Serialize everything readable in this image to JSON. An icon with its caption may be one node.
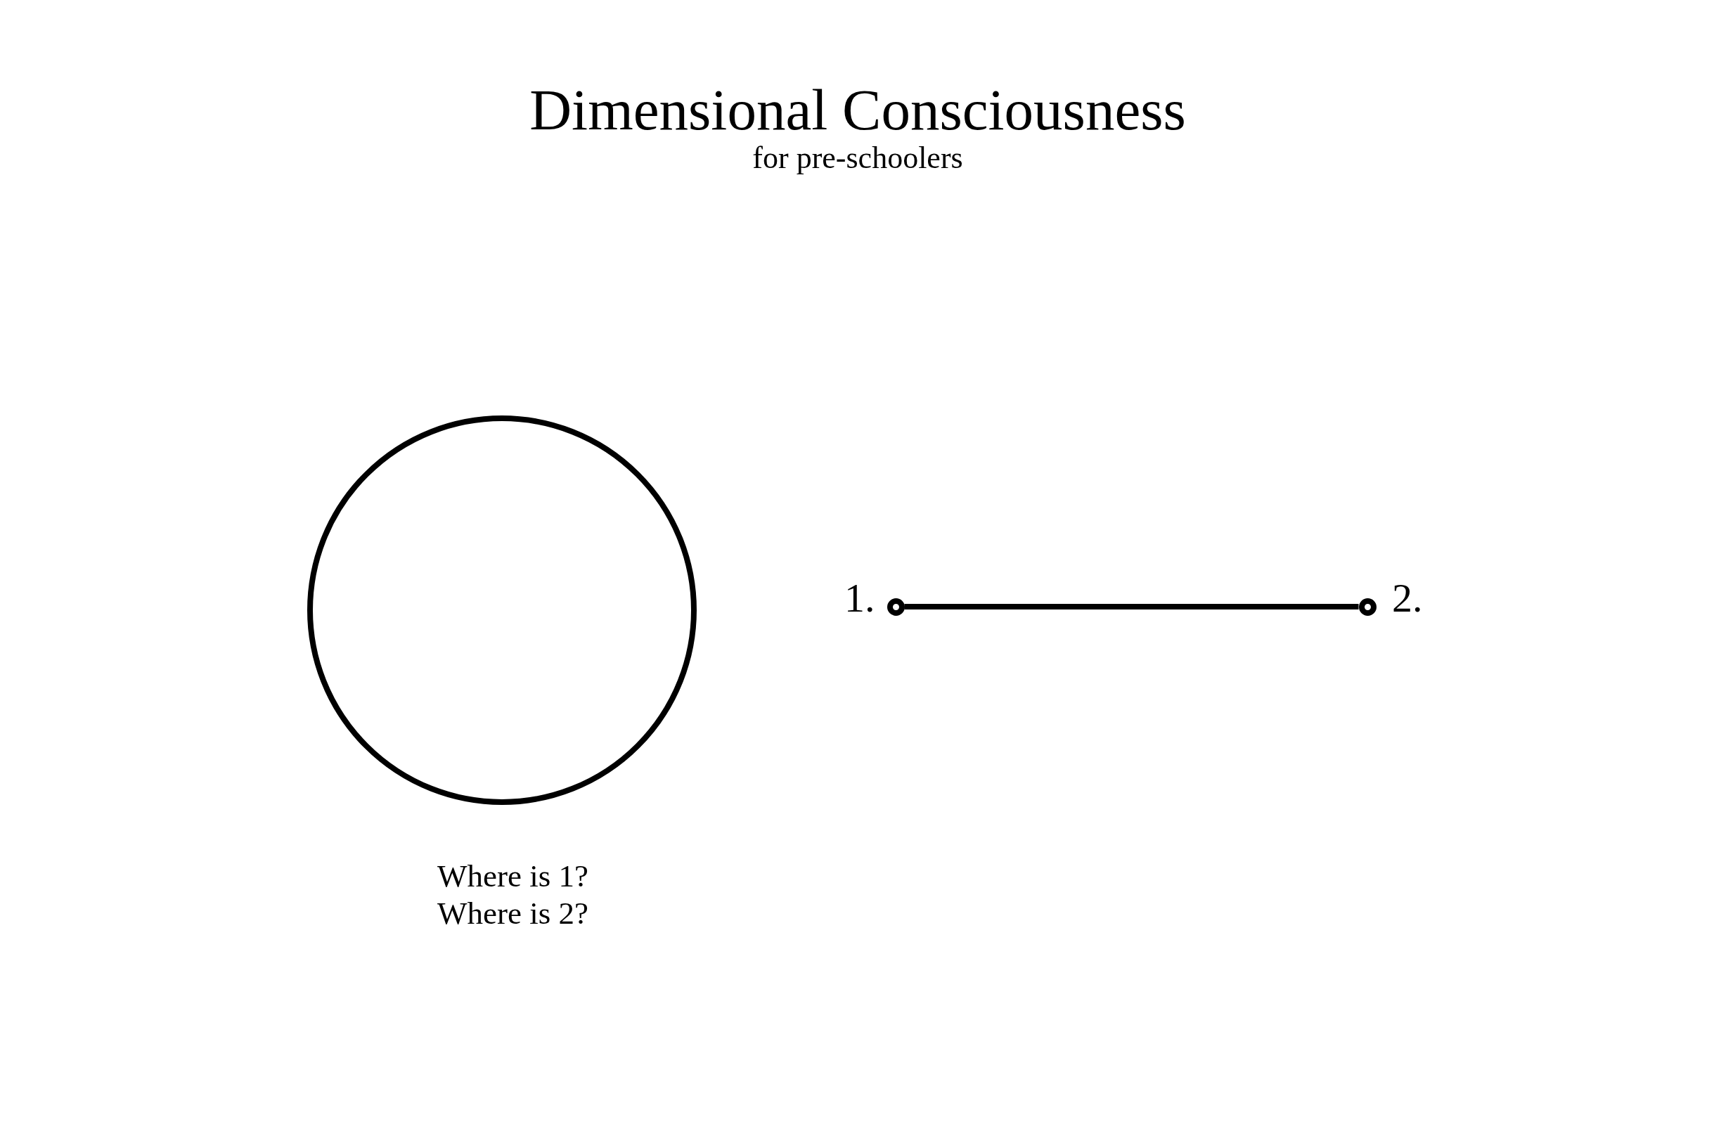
{
  "diagram": {
    "title": "Dimensional Consciousness",
    "nodes": [
      {
        "text": [],
        "shape": "circle",
        "beside": [
          "Where is 1? Where is 2?"
        ]
      },
      {
        "text": [],
        "shape": "circle",
        "beside": [
          "1."
        ]
      },
      {
        "text": [],
        "shape": "circle",
        "beside": [
          "2."
        ]
      }
    ],
    "edges": [
      {
        "from": 1,
        "to": 2,
        "arrow": "none"
      }
    ],
    "labels": [
      "for pre-schoolers"
    ]
  }
}
